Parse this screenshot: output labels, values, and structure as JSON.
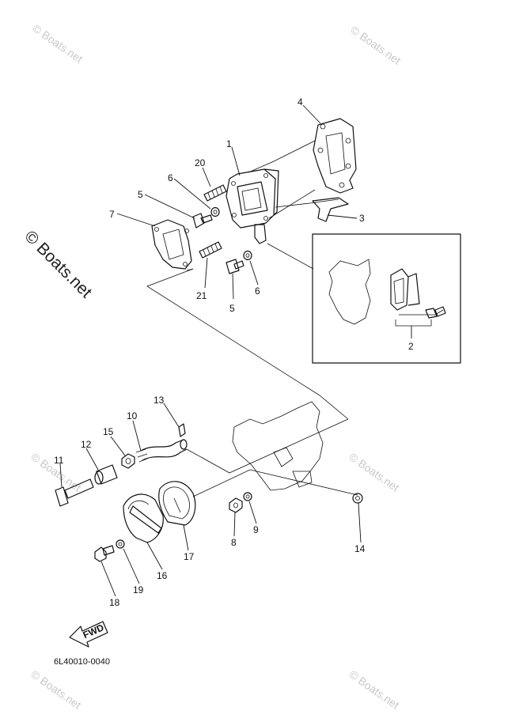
{
  "watermark": {
    "text": "© Boats.net",
    "small_text": "© Boats.net"
  },
  "diagram_code": "6L40010-0040",
  "fwd_label": "FWD",
  "callouts": {
    "p1": "1",
    "p2": "2",
    "p3": "3",
    "p4": "4",
    "p5a": "5",
    "p5b": "5",
    "p6a": "6",
    "p6b": "6",
    "p7": "7",
    "p8": "8",
    "p9": "9",
    "p10": "10",
    "p11": "11",
    "p12": "12",
    "p13": "13",
    "p14": "14",
    "p15": "15",
    "p16": "16",
    "p17": "17",
    "p18": "18",
    "p19": "19",
    "p20": "20",
    "p21": "21"
  }
}
